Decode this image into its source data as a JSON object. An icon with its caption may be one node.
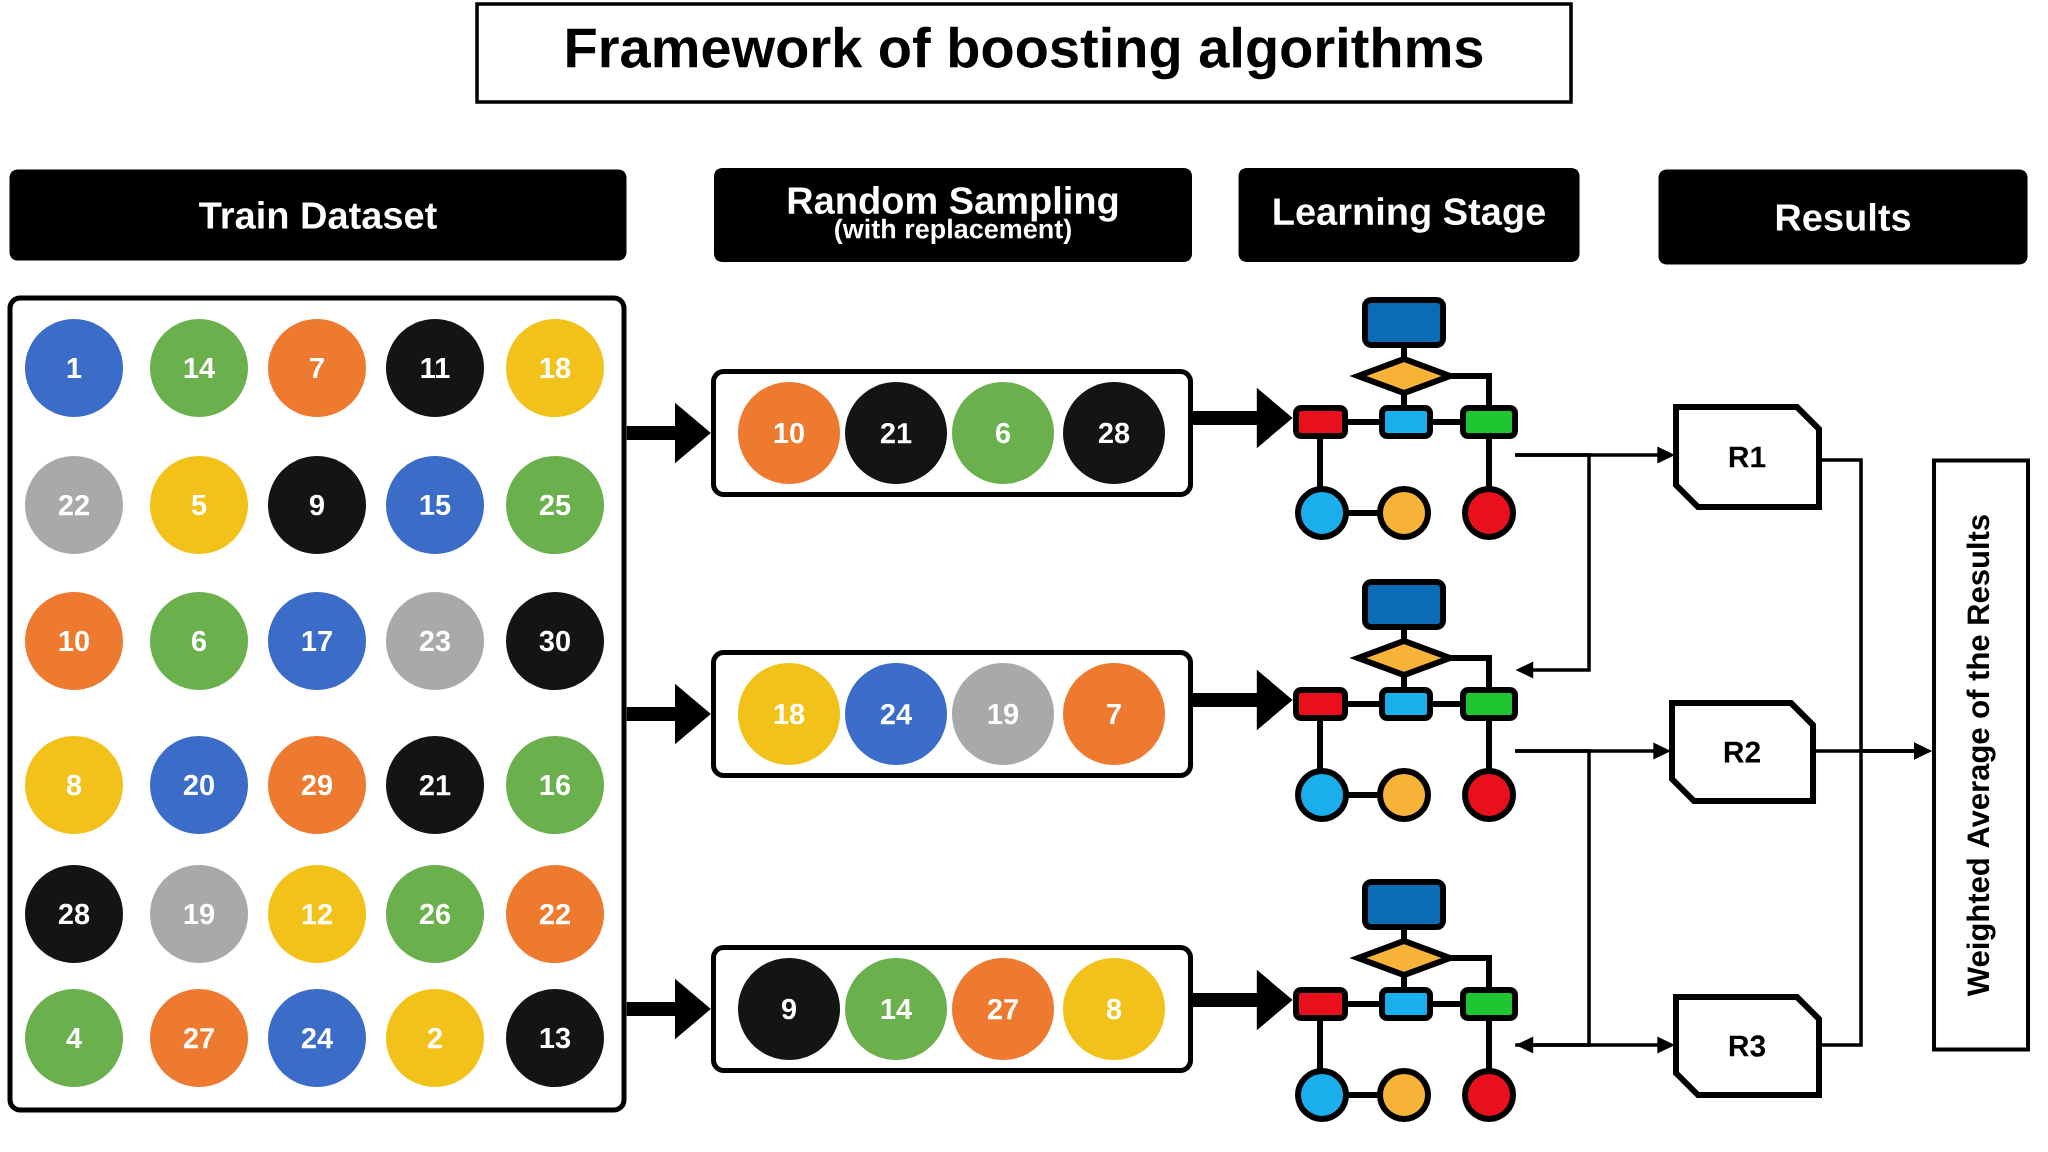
{
  "diagram": {
    "title": "Framework of boosting algorithms",
    "nodes": [
      {
        "text": [
          "Train Dataset"
        ]
      },
      {
        "text": [
          "Random Sampling",
          "(with replacement)"
        ]
      },
      {
        "text": [
          "Learning Stage"
        ]
      },
      {
        "text": [
          "Results"
        ]
      },
      {
        "text": [],
        "shape": "box"
      },
      {
        "text": [
          "1"
        ],
        "in": 4
      },
      {
        "text": [
          "14"
        ],
        "in": 4
      },
      {
        "text": [
          "7"
        ],
        "in": 4
      },
      {
        "text": [
          "11"
        ],
        "in": 4
      },
      {
        "text": [
          "18"
        ],
        "in": 4
      },
      {
        "text": [
          "22"
        ],
        "in": 4
      },
      {
        "text": [
          "5"
        ],
        "in": 4
      },
      {
        "text": [
          "9"
        ],
        "in": 4
      },
      {
        "text": [
          "15"
        ],
        "in": 4
      },
      {
        "text": [
          "25"
        ],
        "in": 4
      },
      {
        "text": [
          "10"
        ],
        "in": 4
      },
      {
        "text": [
          "6"
        ],
        "in": 4
      },
      {
        "text": [
          "17"
        ],
        "in": 4
      },
      {
        "text": [
          "23"
        ],
        "in": 4
      },
      {
        "text": [
          "30"
        ],
        "in": 4
      },
      {
        "text": [
          "8"
        ],
        "in": 4
      },
      {
        "text": [
          "20"
        ],
        "in": 4
      },
      {
        "text": [
          "29"
        ],
        "in": 4
      },
      {
        "text": [
          "21"
        ],
        "in": 4
      },
      {
        "text": [
          "16"
        ],
        "in": 4
      },
      {
        "text": [
          "28"
        ],
        "in": 4
      },
      {
        "text": [
          "19"
        ],
        "in": 4
      },
      {
        "text": [
          "12"
        ],
        "in": 4
      },
      {
        "text": [
          "26"
        ],
        "in": 4
      },
      {
        "text": [
          "22"
        ],
        "in": 4
      },
      {
        "text": [
          "4"
        ],
        "in": 4
      },
      {
        "text": [
          "27"
        ],
        "in": 4
      },
      {
        "text": [
          "24"
        ],
        "in": 4
      },
      {
        "text": [
          "2"
        ],
        "in": 4
      },
      {
        "text": [
          "13"
        ],
        "in": 4
      },
      {
        "text": [],
        "shape": "box"
      },
      {
        "text": [
          "10"
        ],
        "in": 35
      },
      {
        "text": [
          "21"
        ],
        "in": 35
      },
      {
        "text": [
          "6"
        ],
        "in": 35
      },
      {
        "text": [
          "28"
        ],
        "in": 35
      },
      {
        "text": [],
        "shape": "box"
      },
      {
        "text": [
          "18"
        ],
        "in": 40
      },
      {
        "text": [
          "24"
        ],
        "in": 40
      },
      {
        "text": [
          "19"
        ],
        "in": 40
      },
      {
        "text": [
          "7"
        ],
        "in": 40
      },
      {
        "text": [],
        "shape": "box"
      },
      {
        "text": [
          "9"
        ],
        "in": 45
      },
      {
        "text": [
          "14"
        ],
        "in": 45
      },
      {
        "text": [
          "27"
        ],
        "in": 45
      },
      {
        "text": [
          "8"
        ],
        "in": 45
      },
      {
        "text": [],
        "shape": "picture"
      },
      {
        "text": [],
        "shape": "picture"
      },
      {
        "text": [],
        "shape": "picture"
      },
      {
        "text": [
          "R1"
        ]
      },
      {
        "text": [
          "R2"
        ]
      },
      {
        "text": [
          "R3"
        ]
      },
      {
        "text": [
          "Weighted Average of the Results"
        ]
      }
    ],
    "edges": [
      {
        "from": 4,
        "to": 35,
        "arrow": "to",
        "style": "thick"
      },
      {
        "from": 4,
        "to": 40,
        "arrow": "to",
        "style": "thick"
      },
      {
        "from": 4,
        "to": 45,
        "arrow": "to",
        "style": "thick"
      },
      {
        "from": 35,
        "to": 50,
        "arrow": "to",
        "style": "thick"
      },
      {
        "from": 40,
        "to": 51,
        "arrow": "to",
        "style": "thick"
      },
      {
        "from": 45,
        "to": 52,
        "arrow": "to",
        "style": "thick"
      },
      {
        "from": 50,
        "to": 53,
        "arrow": "to"
      },
      {
        "from": 50,
        "to": 51,
        "arrow": "to"
      },
      {
        "from": 51,
        "to": 54,
        "arrow": "to"
      },
      {
        "from": 51,
        "to": 52,
        "arrow": "to"
      },
      {
        "from": 52,
        "to": 55,
        "arrow": "to"
      },
      {
        "from": 53,
        "to": 56,
        "arrow": "to"
      },
      {
        "from": 54,
        "to": 56,
        "arrow": "to"
      },
      {
        "from": 55,
        "to": 56,
        "arrow": "to"
      }
    ]
  }
}
